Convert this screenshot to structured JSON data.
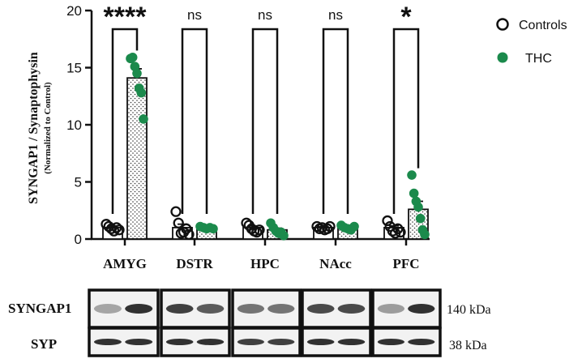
{
  "chart_data": {
    "type": "bar",
    "ylabel": "SYNGAP1 / Synaptophysin",
    "ylabel_sub": "(Normalized to Control)",
    "ylim": [
      0,
      20
    ],
    "yticks": [
      "0",
      "5",
      "10",
      "15",
      "20"
    ],
    "categories": [
      "AMYG",
      "DSTR",
      "HPC",
      "NAcc",
      "PFC"
    ],
    "series": [
      {
        "name": "Controls",
        "color": "#111111",
        "values": [
          1.0,
          1.0,
          1.0,
          1.0,
          1.0
        ],
        "sem": [
          0.15,
          0.3,
          0.15,
          0.08,
          0.15
        ],
        "points": [
          [
            1.3,
            1.1,
            0.9,
            0.7,
            1.0,
            0.8
          ],
          [
            2.4,
            1.4,
            0.5,
            0.6,
            0.9,
            0.4
          ],
          [
            1.4,
            1.2,
            0.9,
            0.7,
            0.6,
            0.8
          ],
          [
            1.1,
            0.9,
            1.0,
            0.8,
            0.9,
            1.1
          ],
          [
            1.6,
            1.1,
            0.7,
            0.5,
            0.9,
            0.6
          ]
        ]
      },
      {
        "name": "THC",
        "color": "#1b8a4c",
        "values": [
          14.1,
          1.0,
          0.8,
          1.0,
          2.6
        ],
        "sem": [
          0.8,
          0.05,
          0.15,
          0.08,
          0.7
        ],
        "points": [
          [
            15.8,
            15.9,
            15.1,
            14.5,
            13.2,
            12.8,
            10.5
          ],
          [
            1.1,
            1.0,
            0.9,
            1.0,
            0.9
          ],
          [
            1.4,
            1.0,
            0.7,
            0.5,
            0.6,
            0.3
          ],
          [
            1.2,
            1.0,
            0.9,
            0.8,
            1.1
          ],
          [
            5.6,
            4.0,
            3.3,
            2.8,
            1.8,
            0.8,
            0.4
          ]
        ]
      }
    ],
    "significance": [
      "****",
      "ns",
      "ns",
      "ns",
      "*"
    ]
  },
  "blot": {
    "rows": [
      {
        "label": "SYNGAP1",
        "kda": "140 kDa"
      },
      {
        "label": "SYP",
        "kda": "38 kDa"
      }
    ]
  }
}
